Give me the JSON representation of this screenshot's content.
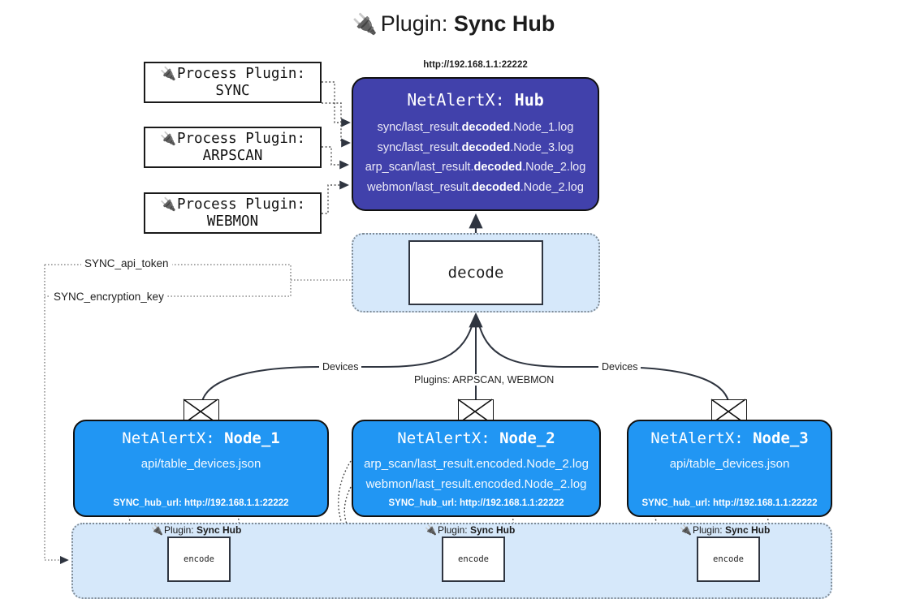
{
  "title": {
    "icon": "plug-icon",
    "glyph": "🔌",
    "prefix": "Plugin: ",
    "name": "Sync Hub"
  },
  "process_plugins": [
    {
      "icon": "plug-icon",
      "glyph": "🔌",
      "line1": "Process Plugin:",
      "line2": "SYNC"
    },
    {
      "icon": "plug-icon",
      "glyph": "🔌",
      "line1": "Process Plugin:",
      "line2": "ARPSCAN"
    },
    {
      "icon": "plug-icon",
      "glyph": "🔌",
      "line1": "Process Plugin:",
      "line2": "WEBMON"
    }
  ],
  "hub": {
    "url": "http://192.168.1.1:22222",
    "title_prefix": "NetAlertX: ",
    "title_name": "Hub",
    "logs": [
      {
        "pre": "sync/last_result.",
        "em": "decoded",
        "post": ".Node_1.log"
      },
      {
        "pre": "sync/last_result.",
        "em": "decoded",
        "post": ".Node_3.log"
      },
      {
        "pre": "arp_scan/last_result.",
        "em": "decoded",
        "post": ".Node_2.log"
      },
      {
        "pre": "webmon/last_result.",
        "em": "decoded",
        "post": ".Node_2.log"
      }
    ],
    "color": "#4141ab"
  },
  "decode": {
    "label": "decode",
    "container_color": "#d6e8fa"
  },
  "keys": [
    {
      "label": "SYNC_api_token"
    },
    {
      "label": "SYNC_encryption_key"
    }
  ],
  "edge_labels": {
    "left": "Devices",
    "center": "Plugins: ARPSCAN, WEBMON",
    "right": "Devices"
  },
  "nodes": [
    {
      "title_prefix": "NetAlertX: ",
      "title_name": "Node_1",
      "lines": [
        "api/table_devices.json"
      ],
      "url": "SYNC_hub_url: http://192.168.1.1:22222",
      "envelope_icon": "envelope-icon",
      "color": "#2196f3"
    },
    {
      "title_prefix": "NetAlertX: ",
      "title_name": "Node_2",
      "lines": [
        "arp_scan/last_result.encoded.Node_2.log",
        "webmon/last_result.encoded.Node_2.log"
      ],
      "url": "SYNC_hub_url: http://192.168.1.1:22222",
      "envelope_icon": "envelope-icon",
      "color": "#2196f3"
    },
    {
      "title_prefix": "NetAlertX: ",
      "title_name": "Node_3",
      "lines": [
        "api/table_devices.json"
      ],
      "url": "SYNC_hub_url: http://192.168.1.1:22222",
      "envelope_icon": "envelope-icon",
      "color": "#2196f3"
    }
  ],
  "encoders": [
    {
      "plugin_prefix": "Plugin: ",
      "plugin_name": "Sync Hub",
      "glyph": "🔌",
      "label": "encode"
    },
    {
      "plugin_prefix": "Plugin: ",
      "plugin_name": "Sync Hub",
      "glyph": "🔌",
      "label": "encode"
    },
    {
      "plugin_prefix": "Plugin: ",
      "plugin_name": "Sync Hub",
      "glyph": "🔌",
      "label": "encode"
    }
  ]
}
